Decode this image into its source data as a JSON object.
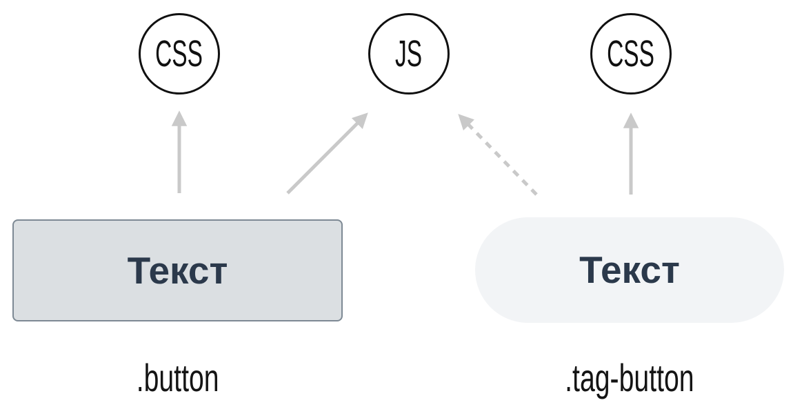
{
  "diagram": {
    "nodes": [
      {
        "id": "css-left",
        "label": "CSS"
      },
      {
        "id": "js",
        "label": "JS"
      },
      {
        "id": "css-right",
        "label": "CSS"
      }
    ],
    "buttons": [
      {
        "label": "Текст",
        "css_class": ".button",
        "shape": "rectangle"
      },
      {
        "label": "Текст",
        "css_class": ".tag-button",
        "shape": "pill"
      }
    ],
    "edges": [
      {
        "from": ".button",
        "to": "CSS (left)",
        "style": "solid"
      },
      {
        "from": ".button",
        "to": "JS",
        "style": "solid"
      },
      {
        "from": ".tag-button",
        "to": "JS",
        "style": "dashed"
      },
      {
        "from": ".tag-button",
        "to": "CSS (right)",
        "style": "solid"
      }
    ],
    "colors": {
      "arrow": "#c9c9c9",
      "button_background": "#dbdfe2",
      "button_border": "#7d8994",
      "pill_background": "#f2f4f6",
      "button_text": "#2b394b",
      "node_border": "#101010",
      "label_text": "#141414",
      "background": "#ffffff"
    }
  }
}
